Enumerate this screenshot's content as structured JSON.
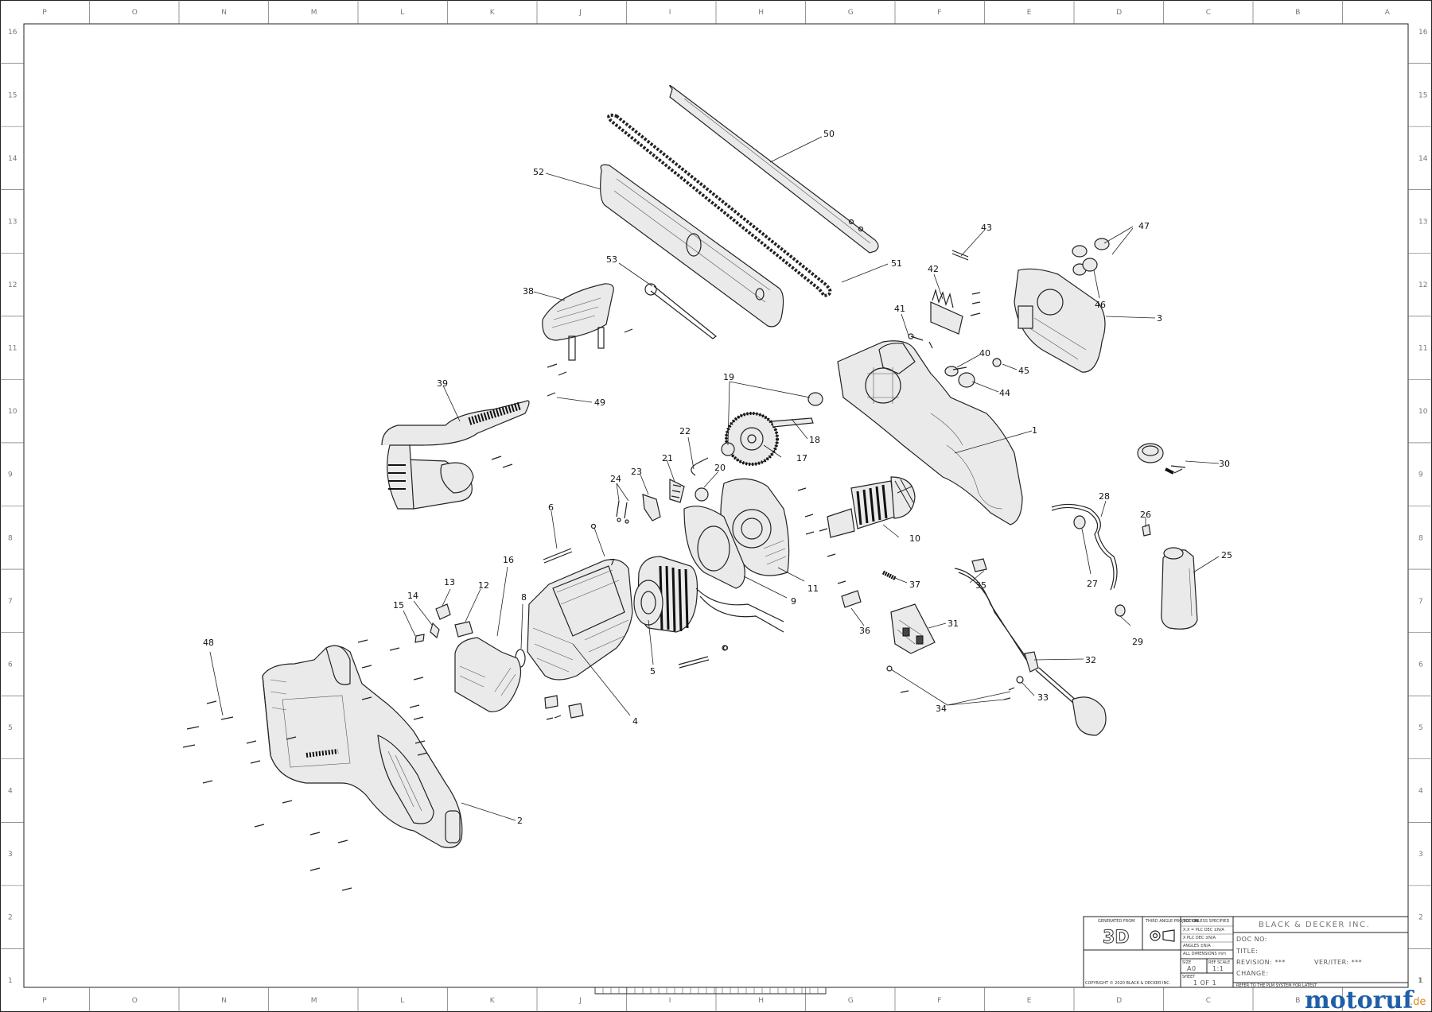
{
  "zones_top": [
    "P",
    "O",
    "N",
    "M",
    "L",
    "K",
    "J",
    "I",
    "H",
    "G",
    "F",
    "E",
    "D",
    "C",
    "B",
    "A"
  ],
  "zones_bottom": [
    "P",
    "O",
    "N",
    "M",
    "L",
    "K",
    "J",
    "I",
    "H",
    "G",
    "F",
    "E",
    "D",
    "C",
    "B"
  ],
  "rows": [
    "16",
    "15",
    "14",
    "13",
    "12",
    "11",
    "10",
    "9",
    "8",
    "7",
    "6",
    "5",
    "4",
    "3",
    "2",
    "1"
  ],
  "callouts": [
    "50",
    "52",
    "51",
    "53",
    "38",
    "43",
    "47",
    "42",
    "46",
    "3",
    "41",
    "40",
    "45",
    "44",
    "19",
    "49",
    "39",
    "1",
    "22",
    "18",
    "17",
    "21",
    "20",
    "23",
    "24",
    "30",
    "28",
    "26",
    "6",
    "7",
    "10",
    "25",
    "16",
    "13",
    "12",
    "14",
    "15",
    "8",
    "27",
    "11",
    "9",
    "37",
    "35",
    "36",
    "31",
    "29",
    "48",
    "5",
    "4",
    "32",
    "34",
    "33",
    "2"
  ],
  "title_block": {
    "generated_from": "GENERATED FROM",
    "source_mark": "3D",
    "projection": "THIRD ANGLE PROJECTION",
    "tolerances": [
      "TOL UNLESS SPECIFIED",
      "X.X = PLC DEC ±N/A",
      "X PLC DEC ±N/A",
      "ANGLES ±N/A",
      "ALL DIMENSIONS mm"
    ],
    "size_label": "SIZE",
    "size_value": "A0",
    "scale_label": "REF SCALE",
    "scale_value": "1:1",
    "sheet_label": "SHEET",
    "sheet_value": "1 OF 1",
    "company": "BLACK & DECKER INC.",
    "doc_no": "DOC NO:",
    "title": "TITLE:",
    "revision": "REVISION: ***",
    "ver_iter": "VER/ITER: ***",
    "change": "CHANGE:",
    "refer": "REFER TO THE PLM SYSTEM FOR LATEST",
    "copyright": "COPYRIGHT © 2020 BLACK & DECKER INC.",
    "page_no": "1"
  },
  "watermark": {
    "brand": "motoruf",
    "suffix": ".de"
  }
}
